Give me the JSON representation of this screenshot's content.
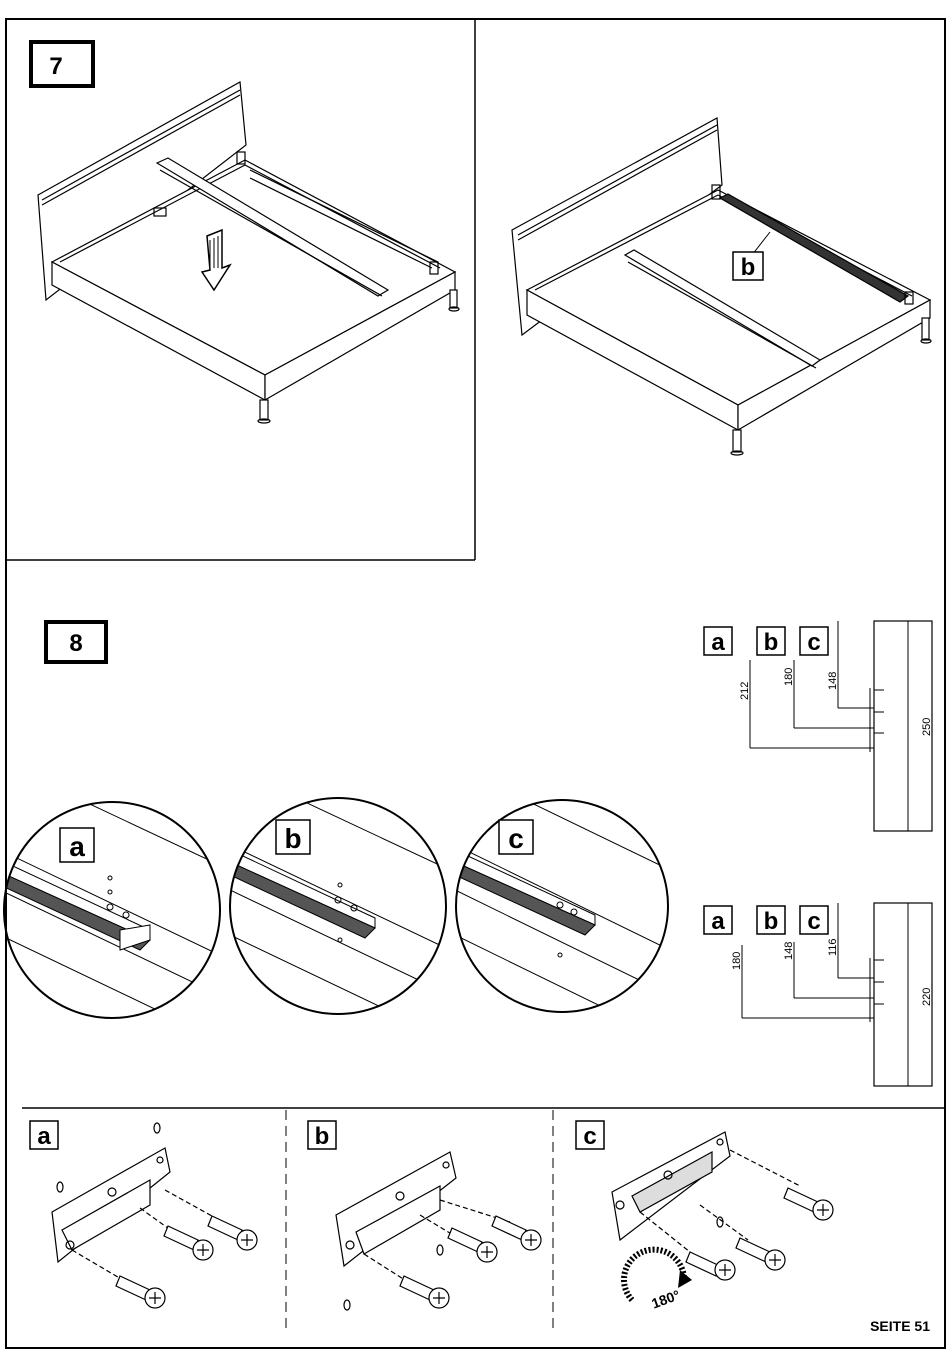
{
  "steps": {
    "step7": "7",
    "step8": "8"
  },
  "step7_panel": {
    "part_label": "b"
  },
  "step8_panel": {
    "detail_labels": [
      "a",
      "b",
      "c"
    ],
    "diagram_250": {
      "labels": [
        "a",
        "b",
        "c"
      ],
      "dims": [
        "212",
        "180",
        "148"
      ],
      "total": "250"
    },
    "diagram_220": {
      "labels": [
        "a",
        "b",
        "c"
      ],
      "dims": [
        "180",
        "148",
        "116"
      ],
      "total": "220"
    }
  },
  "bracket_panel": {
    "labels": [
      "a",
      "b",
      "c"
    ],
    "rotation": "180°"
  },
  "footer": {
    "page": "SEITE 51"
  }
}
